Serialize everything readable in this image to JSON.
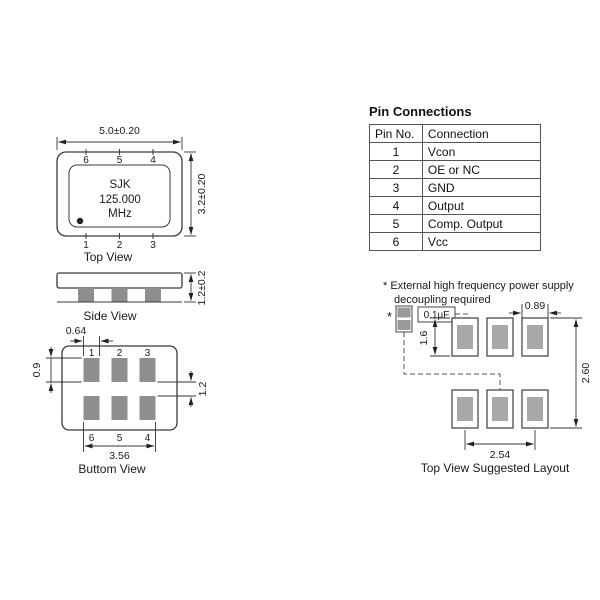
{
  "top_view": {
    "label": "Top View",
    "width_dim": "5.0±0.20",
    "height_dim": "3.2±0.20",
    "marking": {
      "line1": "SJK",
      "line2": "125.000",
      "line3": "MHz"
    },
    "pins_top": [
      "6",
      "5",
      "4"
    ],
    "pins_bottom": [
      "1",
      "2",
      "3"
    ]
  },
  "side_view": {
    "label": "Side View",
    "height_dim": "1.2±0.2"
  },
  "bottom_view": {
    "label": "Buttom View",
    "pins_top": [
      "1",
      "2",
      "3"
    ],
    "pins_bottom": [
      "6",
      "5",
      "4"
    ],
    "pad_width_dim": "0.64",
    "pad_height_dim": "0.9",
    "row_gap_dim": "1.2",
    "pad_span_dim": "3.56"
  },
  "pin_table": {
    "title": "Pin Connections",
    "headers": [
      "Pin No.",
      "Connection"
    ],
    "rows": [
      [
        "1",
        "Vcon"
      ],
      [
        "2",
        "OE or NC"
      ],
      [
        "3",
        "GND"
      ],
      [
        "4",
        "Output"
      ],
      [
        "5",
        "Comp. Output"
      ],
      [
        "6",
        "Vcc"
      ]
    ]
  },
  "layout_view": {
    "note_line1": "* External high frequency power supply",
    "note_line2": "decoupling required",
    "cap_marker": "*",
    "cap_label": "0.1µF",
    "pad_width_dim": "0.89",
    "pad_height_dim": "1.6",
    "field_height_dim": "2.60",
    "pad_pitch_dim": "2.54",
    "label": "Top View Suggested Layout"
  },
  "colors": {
    "line": "#3a3a3a",
    "pad_gray": "#8e8e8e",
    "text": "#1a1a1a"
  }
}
